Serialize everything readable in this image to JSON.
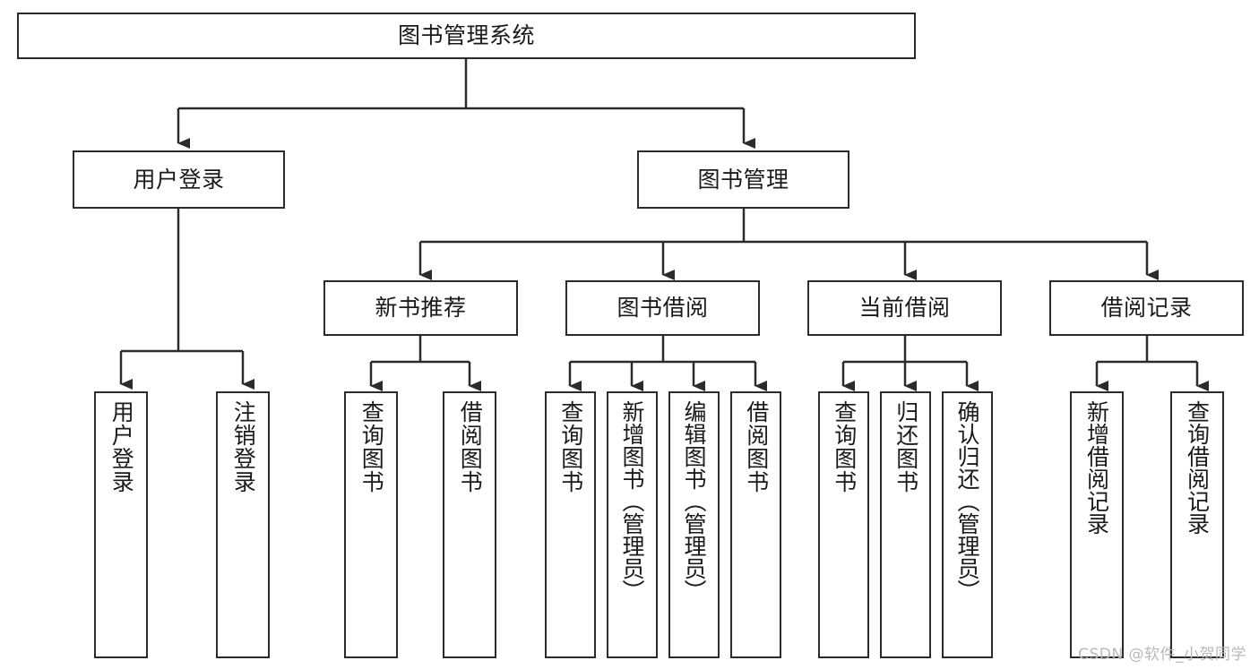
{
  "diagram": {
    "type": "tree",
    "title": "图书管理系统",
    "root": {
      "label": "图书管理系统"
    },
    "level2": [
      {
        "label": "用户登录"
      },
      {
        "label": "图书管理"
      }
    ],
    "level3": [
      {
        "label": "新书推荐"
      },
      {
        "label": "图书借阅"
      },
      {
        "label": "当前借阅"
      },
      {
        "label": "借阅记录"
      }
    ],
    "leaves": {
      "user_login": [
        {
          "label": "用户登录"
        },
        {
          "label": "注销登录"
        }
      ],
      "new_book_recommend": [
        {
          "label": "查询图书"
        },
        {
          "label": "借阅图书"
        }
      ],
      "book_borrow": [
        {
          "label": "查询图书"
        },
        {
          "label": "新增图书（管理员）"
        },
        {
          "label": "编辑图书（管理员）"
        },
        {
          "label": "借阅图书"
        }
      ],
      "current_borrow": [
        {
          "label": "查询图书"
        },
        {
          "label": "归还图书"
        },
        {
          "label": "确认归还（管理员）"
        }
      ],
      "borrow_record": [
        {
          "label": "新增借阅记录"
        },
        {
          "label": "查询借阅记录"
        }
      ]
    }
  },
  "watermark": {
    "text": "CSDN @软件_小贺同学"
  },
  "colors": {
    "border": "#2b2b2b",
    "text": "#1a1a1a",
    "background": "#ffffff",
    "watermark": "#b9b9b9"
  }
}
